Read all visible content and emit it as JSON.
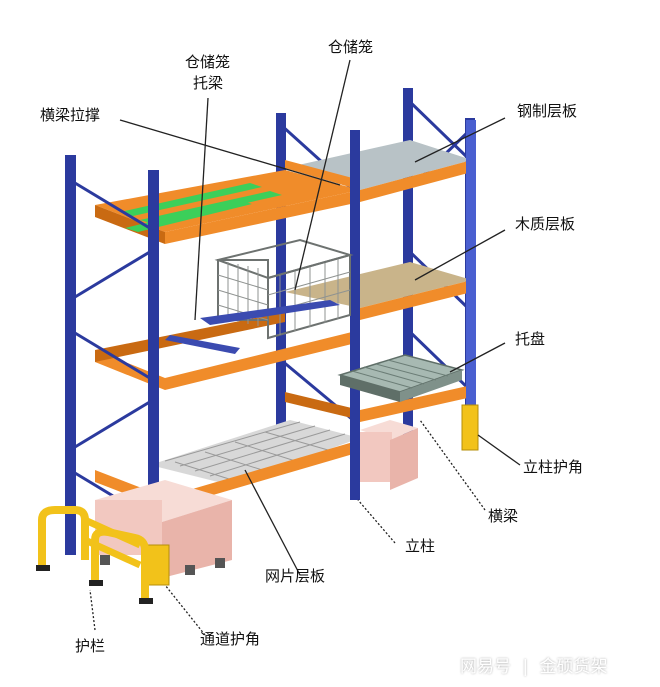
{
  "labels": {
    "cage_pallet": "仓储笼",
    "cage_tray_line1": "仓储笼",
    "cage_tray_line2": "托梁",
    "beam_brace": "横梁拉撑",
    "steel_shelf": "钢制层板",
    "wood_shelf": "木质层板",
    "pallet": "托盘",
    "upright_protector": "立柱护角",
    "beam": "横梁",
    "upright": "立柱",
    "mesh_shelf": "网片层板",
    "guard_rail": "护栏",
    "aisle_protector": "通道护角"
  },
  "watermark": {
    "source": "网易号",
    "separator": "|",
    "author": "金硕货架"
  },
  "colors": {
    "upright_blue": "#2b3a9e",
    "upright_blue_light": "#4a5fd0",
    "beam_orange": "#f08c2a",
    "beam_orange_dark": "#c96a12",
    "steel_shelf": "#b8c2c6",
    "wood_shelf": "#c9b48a",
    "bracket_green": "#3ccf5a",
    "cage_grey": "#6d7270",
    "box_pink": "#f2c8c0",
    "guard_yellow": "#f2c21a",
    "leader": "#222222"
  }
}
